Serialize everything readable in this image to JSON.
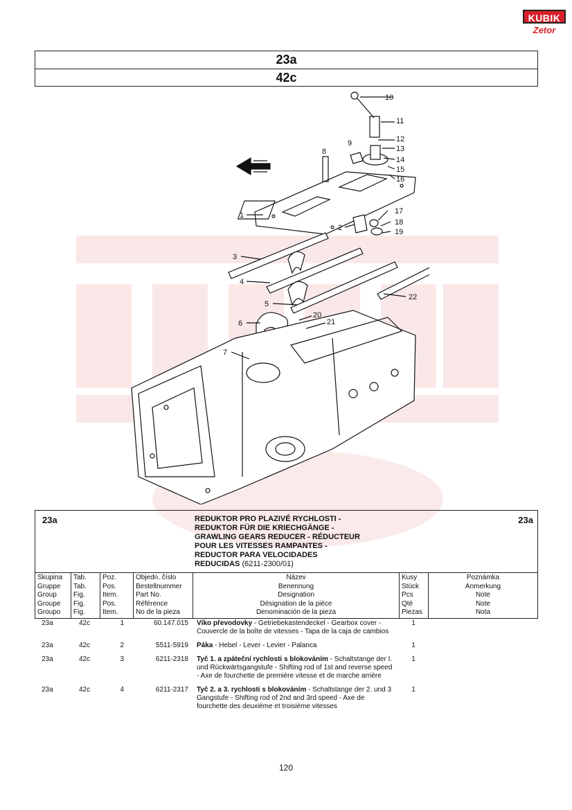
{
  "logo": {
    "top_text": "KUBIK",
    "bottom_text": "Zetor"
  },
  "header": {
    "group": "23a",
    "figure": "42c"
  },
  "diagram": {
    "callouts": [
      "1",
      "2",
      "3",
      "4",
      "5",
      "6",
      "7",
      "8",
      "9",
      "10",
      "11",
      "12",
      "13",
      "14",
      "15",
      "16",
      "17",
      "18",
      "19",
      "20",
      "21",
      "22"
    ]
  },
  "section": {
    "code_left": "23a",
    "code_right": "23a",
    "title_lines": [
      "REDUKTOR PRO PLAZIVÉ RYCHLOSTI -",
      "REDUKTOR FÜR DIE KRIECHGÄNGE -",
      "GRAWLING GEARS REDUCER - RÉDUCTEUR",
      "POUR LES VITESSES RAMPANTES -",
      "REDUCTOR PARA VELOCIDADES"
    ],
    "title_last": "REDUCIDAS",
    "title_code": "(6211-2300/01)",
    "columns": [
      {
        "lines": [
          "Skupina",
          "Gruppe",
          "Group",
          "Groupe",
          "Groupo"
        ]
      },
      {
        "lines": [
          "Tab.",
          "Tab.",
          "Fig.",
          "Fig.",
          "Fig."
        ]
      },
      {
        "lines": [
          "Poz.",
          "Pos.",
          "Item.",
          "Pos.",
          "Item."
        ]
      },
      {
        "lines": [
          "Objedn. číslo",
          "Bestellnummer",
          "Part No.",
          "Référence",
          "No de la pieza"
        ]
      },
      {
        "lines": [
          "Název",
          "Benennung",
          "Designation",
          "Désignation de la pièce",
          "Denominación de la pieza"
        ]
      },
      {
        "lines": [
          "Kusy",
          "Stück",
          "Pcs",
          "Qté",
          "Piezas"
        ]
      },
      {
        "lines": [
          "Poznámka",
          "Anmerkung",
          "Note",
          "Note",
          "Nota"
        ]
      }
    ]
  },
  "items": [
    {
      "group": "23a",
      "tab": "42c",
      "pos": "1",
      "part": "60.147.015",
      "name_bold": "Víko převodovky",
      "name_rest": " - Getriebekastendeckel - Gearbox cover - Couvercle de la boîte de vitesses - Tapa de la caja de cambios",
      "qty": "1"
    },
    {
      "group": "23a",
      "tab": "42c",
      "pos": "2",
      "part": "5511-5919",
      "name_bold": "Páka",
      "name_rest": " - Hebel - Lever - Levier - Palanca",
      "qty": "1"
    },
    {
      "group": "23a",
      "tab": "42c",
      "pos": "3",
      "part": "6211-2318",
      "name_bold": "Tyč 1. a zpáteční rychlosti s blokováním",
      "name_rest": " - Schaltstange der I. und Rückwärtsgangstufe - Shifting rod of 1st and reverse speed - Axe de fourchette de première vitesse et de marche arrière",
      "qty": "1"
    },
    {
      "group": "23a",
      "tab": "42c",
      "pos": "4",
      "part": "6211-2317",
      "name_bold": "Tyč 2. a 3. rychlosti s blokováním",
      "name_rest": " - Schaltstange der 2. und 3 Gangstufe - Shifting rod of 2nd and 3rd speed - Axe de fourchette des deuxième et troisième vitesses",
      "qty": "1"
    }
  ],
  "page_number": "120"
}
